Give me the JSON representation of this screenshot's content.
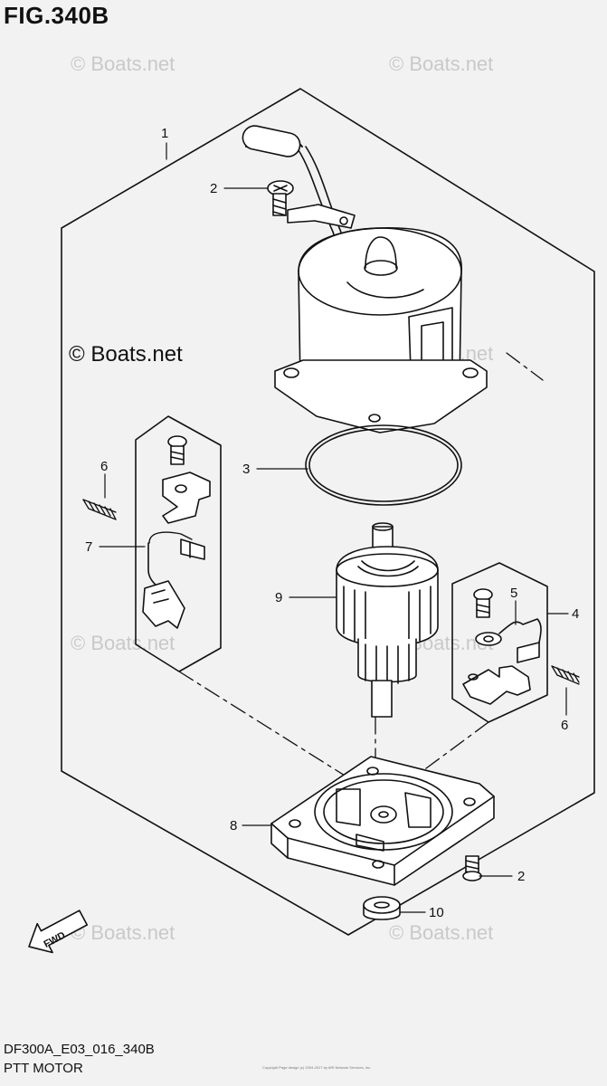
{
  "figure_title": "FIG.340B",
  "watermarks": [
    "© Boats.net",
    "© Boats.net",
    "© Boats.net",
    "© Boats.net",
    "© Boats.net",
    "© Boats.net",
    "© Boats.net",
    "© Boats.net"
  ],
  "watermark_main": "© Boats.net",
  "callouts": [
    "1",
    "2",
    "3",
    "4",
    "5",
    "6",
    "6",
    "7",
    "8",
    "9",
    "2",
    "10"
  ],
  "fwd_label": "FWD",
  "diagram_code": "DF300A_E03_016_340B",
  "diagram_name": "PTT MOTOR",
  "copyright": "Copyright Page design (c) 2004-2017 by ARI Network Services, Inc.",
  "colors": {
    "background": "#f2f2f2",
    "line": "#111111",
    "watermark": "#c9c9c9"
  }
}
